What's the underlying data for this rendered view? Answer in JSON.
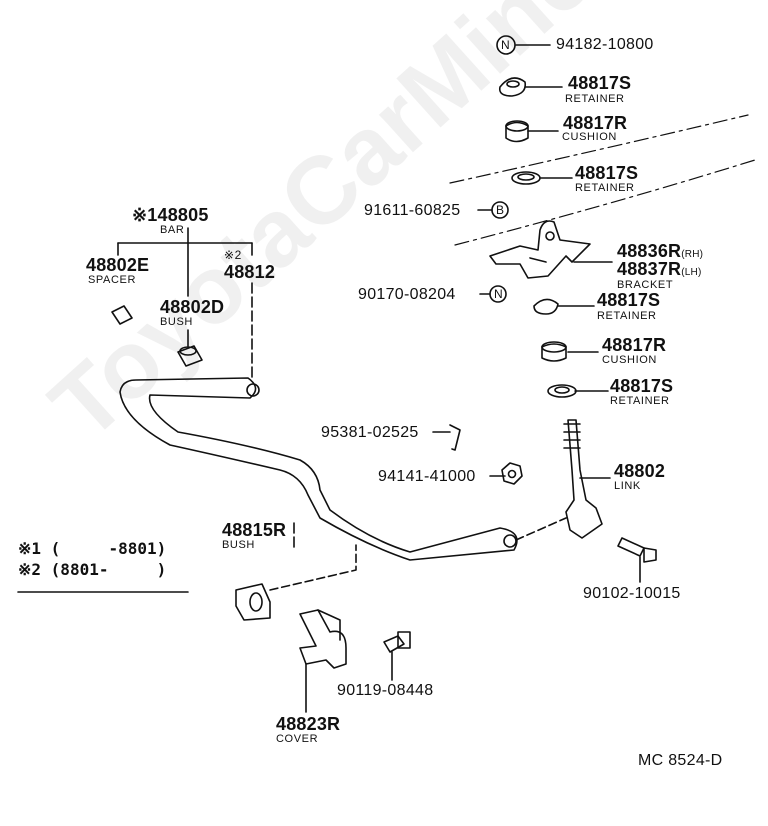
{
  "diagram_code": "MC 8524-D",
  "watermark": "ToyotaCarMine.ru",
  "notes": {
    "n1": "※1 (     -8801)",
    "n2": "※2 (8801-     )"
  },
  "parts": {
    "p94182": {
      "number": "94182-10800",
      "symbol": "N"
    },
    "ret1": {
      "number": "48817S",
      "name": "RETAINER"
    },
    "cush1": {
      "number": "48817R",
      "name": "CUSHION"
    },
    "ret2": {
      "number": "48817S",
      "name": "RETAINER"
    },
    "p91611": {
      "number": "91611-60825",
      "symbol": "B"
    },
    "bracket": {
      "number_rh": "48836R",
      "suffix_rh": "(RH)",
      "number_lh": "48837R",
      "suffix_lh": "(LH)",
      "name": "BRACKET"
    },
    "p90170": {
      "number": "90170-08204",
      "symbol": "N"
    },
    "ret3": {
      "number": "48817S",
      "name": "RETAINER"
    },
    "cush2": {
      "number": "48817R",
      "name": "CUSHION"
    },
    "ret4": {
      "number": "48817S",
      "name": "RETAINER"
    },
    "bar": {
      "number": "※148805",
      "name": "BAR"
    },
    "spacer": {
      "number": "48802E",
      "name": "SPACER"
    },
    "bush_d": {
      "number": "48802D",
      "name": "BUSH"
    },
    "p48812": {
      "mark": "※2",
      "number": "48812"
    },
    "p95381": {
      "number": "95381-02525"
    },
    "p94141": {
      "number": "94141-41000"
    },
    "link": {
      "number": "48802",
      "name": "LINK"
    },
    "bush_r": {
      "number": "48815R",
      "name": "BUSH"
    },
    "p90102": {
      "number": "90102-10015"
    },
    "p90119": {
      "number": "90119-08448"
    },
    "cover": {
      "number": "48823R",
      "name": "COVER"
    }
  }
}
